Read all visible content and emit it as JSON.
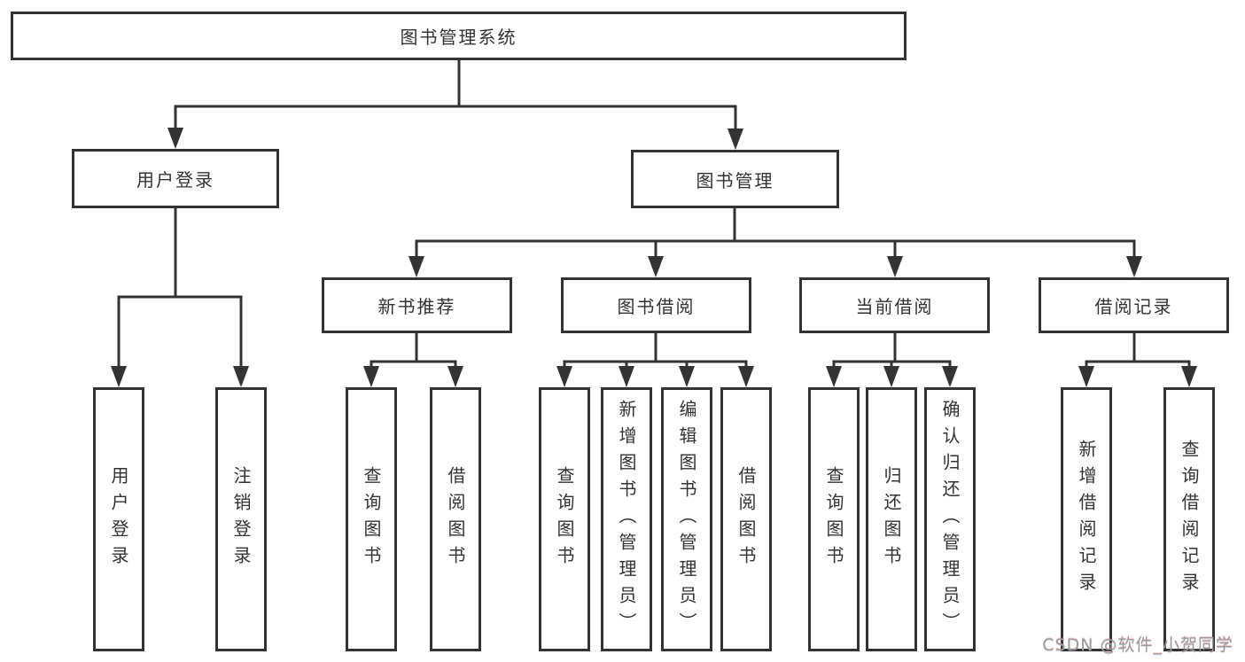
{
  "diagram": {
    "root": {
      "label": "图书管理系统"
    },
    "level2": [
      {
        "label": "用户登录"
      },
      {
        "label": "图书管理"
      }
    ],
    "level3": [
      {
        "label": "新书推荐"
      },
      {
        "label": "图书借阅"
      },
      {
        "label": "当前借阅"
      },
      {
        "label": "借阅记录"
      }
    ],
    "leaves": [
      {
        "label": "用户登录"
      },
      {
        "label": "注销登录"
      },
      {
        "label": "查询图书"
      },
      {
        "label": "借阅图书"
      },
      {
        "label": "查询图书"
      },
      {
        "label": "新增图书（管理员）"
      },
      {
        "label": "编辑图书（管理员）"
      },
      {
        "label": "借阅图书"
      },
      {
        "label": "查询图书"
      },
      {
        "label": "归还图书"
      },
      {
        "label": "确认归还（管理员）"
      },
      {
        "label": "新增借阅记录"
      },
      {
        "label": "查询借阅记录"
      }
    ],
    "colors": {
      "line": "#333333",
      "text": "#333333",
      "box_background": "#ffffff",
      "watermark": "#9b9b9b"
    }
  },
  "watermark": {
    "text": "CSDN @软件_小贺同学"
  }
}
